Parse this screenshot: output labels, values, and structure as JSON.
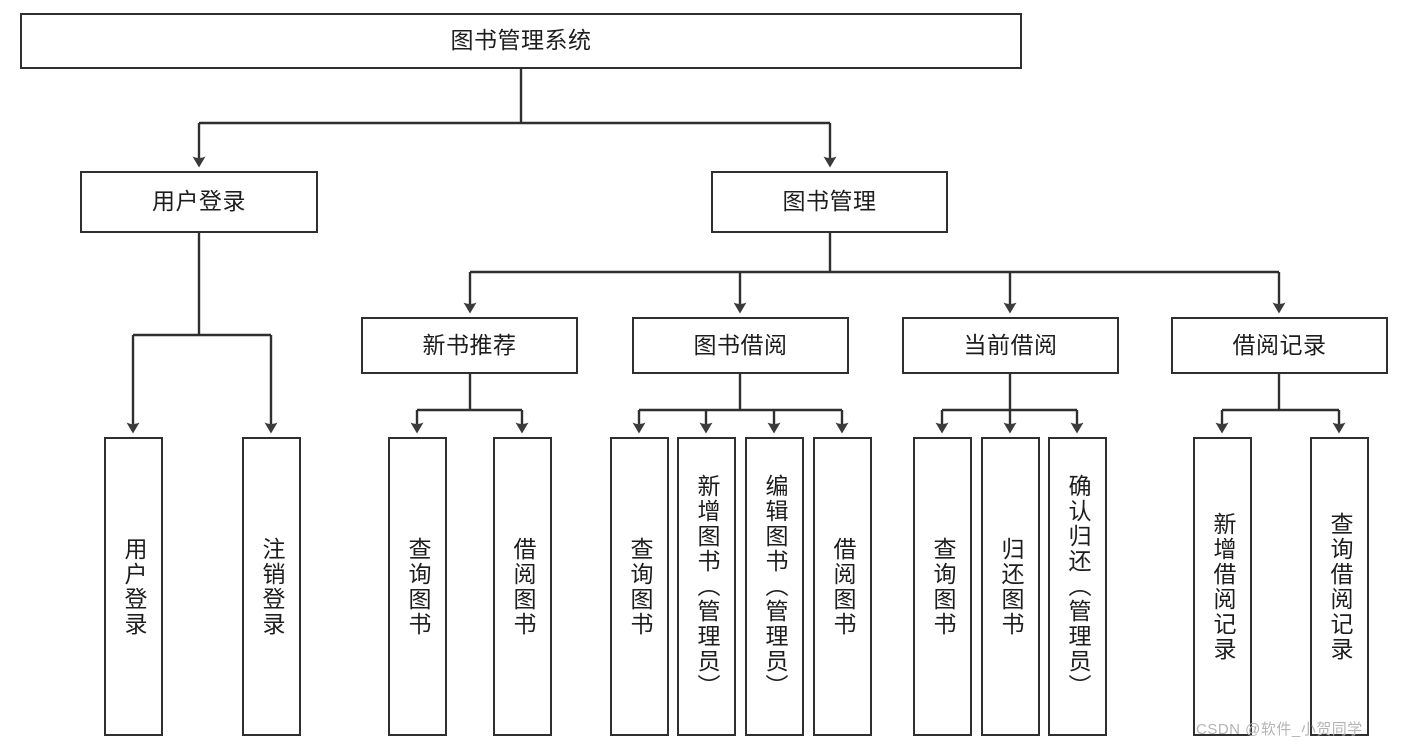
{
  "diagram": {
    "type": "tree-hierarchy",
    "title": "图书管理系统",
    "watermark": "CSDN @软件_小贺同学",
    "colors": {
      "stroke": "#2f2f2f",
      "arrow": "#3a3a3a",
      "text": "#1d1d1d",
      "background": "#ffffff",
      "watermark": "#b4b4b4"
    },
    "nodes": {
      "root": {
        "label": "图书管理系统"
      },
      "level2": [
        {
          "id": "user-login",
          "label": "用户登录"
        },
        {
          "id": "book-manage",
          "label": "图书管理"
        }
      ],
      "level3": [
        {
          "id": "new-book-recommend",
          "label": "新书推荐"
        },
        {
          "id": "book-borrow",
          "label": "图书借阅"
        },
        {
          "id": "current-borrow",
          "label": "当前借阅"
        },
        {
          "id": "borrow-record",
          "label": "借阅记录"
        }
      ],
      "leaves": {
        "user_login": [
          {
            "id": "leaf-user-login",
            "label": "用户登录"
          },
          {
            "id": "leaf-logout-login",
            "label": "注销登录"
          }
        ],
        "new_book_recommend": [
          {
            "id": "leaf-query-book-1",
            "label": "查询图书"
          },
          {
            "id": "leaf-borrow-book-1",
            "label": "借阅图书"
          }
        ],
        "book_borrow": [
          {
            "id": "leaf-query-book-2",
            "label": "查询图书"
          },
          {
            "id": "leaf-add-book",
            "label": "新增图书（管理员）"
          },
          {
            "id": "leaf-edit-book",
            "label": "编辑图书（管理员）"
          },
          {
            "id": "leaf-borrow-book-2",
            "label": "借阅图书"
          }
        ],
        "current_borrow": [
          {
            "id": "leaf-query-book-3",
            "label": "查询图书"
          },
          {
            "id": "leaf-return-book",
            "label": "归还图书"
          },
          {
            "id": "leaf-confirm-return",
            "label": "确认归还（管理员）"
          }
        ],
        "borrow_record": [
          {
            "id": "leaf-add-record",
            "label": "新增借阅记录"
          },
          {
            "id": "leaf-query-record",
            "label": "查询借阅记录"
          }
        ]
      }
    }
  }
}
